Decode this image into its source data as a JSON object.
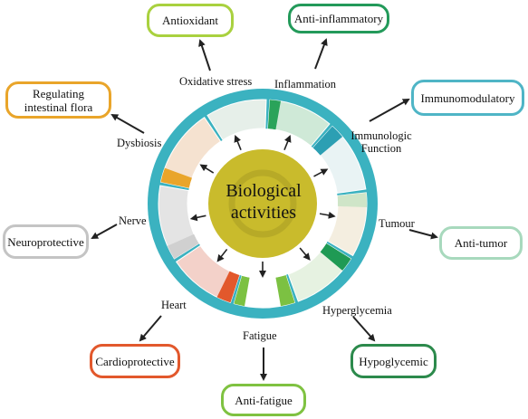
{
  "center": {
    "line1": "Biological",
    "line2": "activities"
  },
  "outcomes": {
    "antioxidant": "Antioxidant",
    "anti_inflammatory": "Anti-inflammatory",
    "immunomodulatory": "Immunomodulatory",
    "regulating_line1": "Regulating",
    "regulating_line2": "intestinal flora",
    "neuroprotective": "Neuroprotective",
    "anti_tumor": "Anti-tumor",
    "cardioprotective": "Cardioprotective",
    "hypoglycemic": "Hypoglycemic",
    "anti_fatigue": "Anti-fatigue"
  },
  "conditions": {
    "oxidative_stress": "Oxidative stress",
    "inflammation": "Inflammation",
    "immunologic_line1": "Immunologic",
    "immunologic_line2": "Function",
    "dysbiosis": "Dysbiosis",
    "nerve": "Nerve",
    "tumour": "Tumour",
    "heart": "Heart",
    "hyperglycemia": "Hyperglycemia",
    "fatigue": "Fatigue"
  },
  "colors": {
    "outer_ring": "#3bb2c0",
    "center_fill": "#c9bb2c",
    "antioxidant_border": "#a9d13f",
    "anti_inflammatory_border": "#239a5a",
    "immunomodulatory_border": "#4fb5c6",
    "regulating_border": "#e9a52a",
    "neuroprotective_border": "#c4c4c4",
    "anti_tumor_border": "#a8d9bd",
    "cardioprotective_border": "#e2582c",
    "hypoglycemic_border": "#2c8a4c",
    "anti_fatigue_border": "#7fc241"
  }
}
